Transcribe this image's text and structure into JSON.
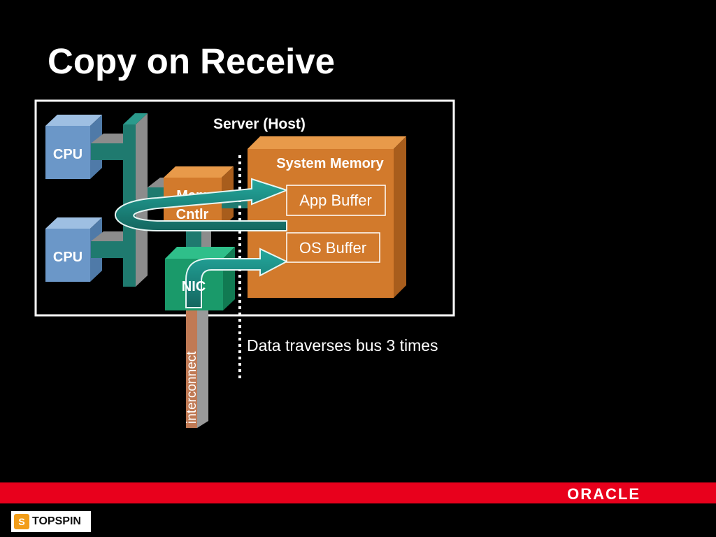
{
  "slide": {
    "title": "Copy on Receive",
    "caption": "Data traverses bus 3 times"
  },
  "diagram": {
    "server_label": "Server (Host)",
    "cpu_top_label": "CPU",
    "cpu_bottom_label": "CPU",
    "mem_cntlr_line1": "Mem",
    "mem_cntlr_line2": "Cntlr",
    "system_memory_label": "System Memory",
    "app_buffer_label": "App Buffer",
    "os_buffer_label": "OS Buffer",
    "nic_label": "NIC",
    "interconnect_label": "interconnect"
  },
  "footer": {
    "brand_right": "ORACLE",
    "brand_left": "TOPSPIN",
    "brand_left_mark": "S",
    "bar_color": "#e8001c"
  },
  "colors": {
    "cpu": "#6b97c8",
    "bus": "#1f7a6f",
    "memory": "#d27a2c",
    "nic": "#1a9a6a",
    "arrow": "#1e8f86"
  }
}
